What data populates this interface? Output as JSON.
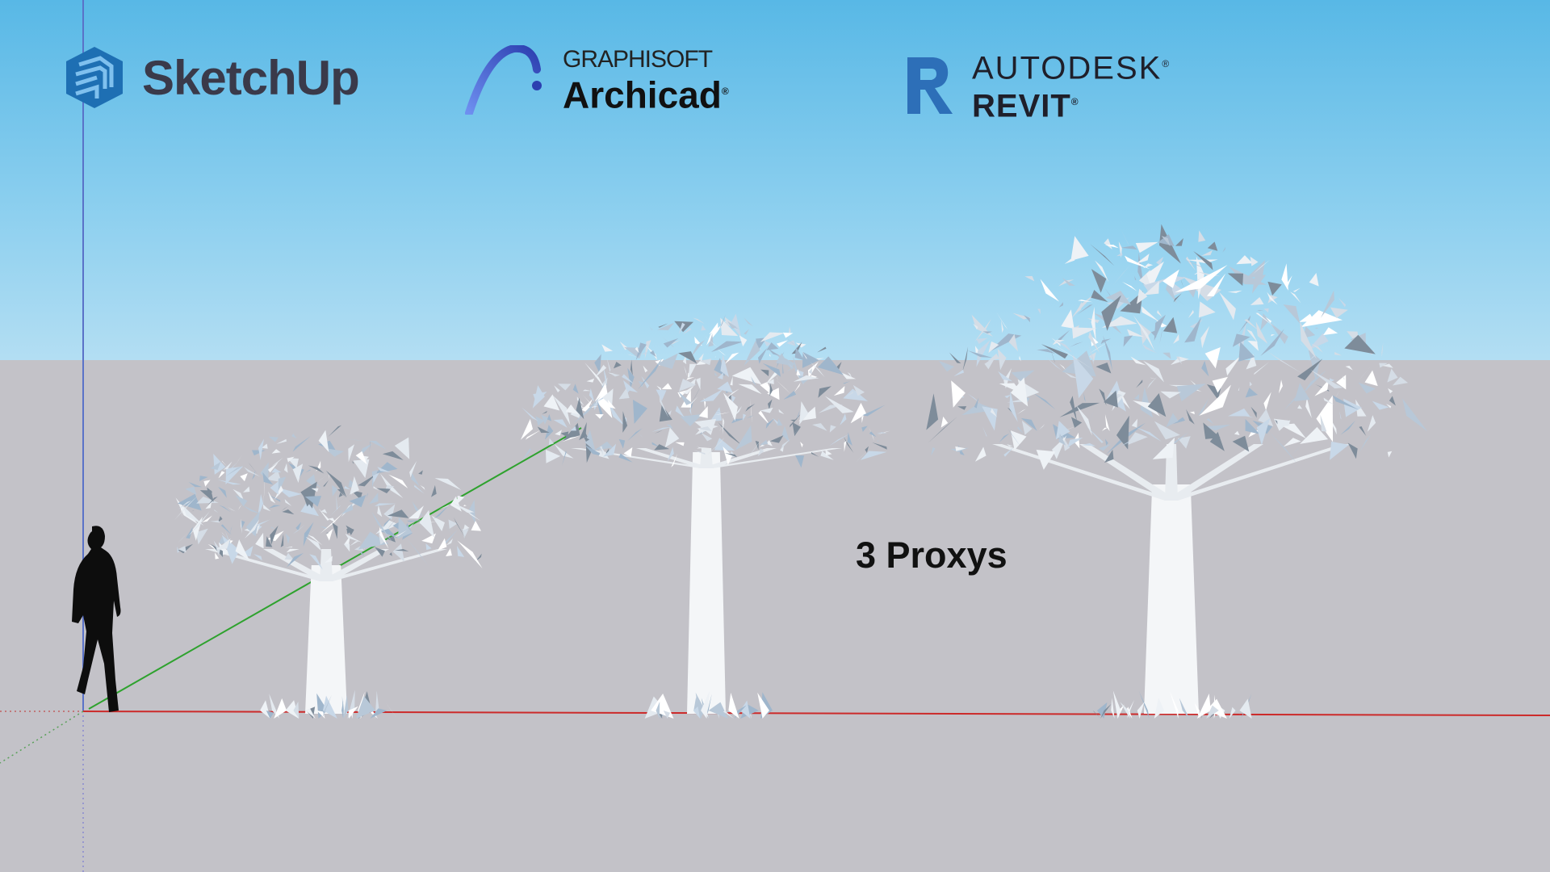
{
  "logos": {
    "sketchup": {
      "name": "SketchUp",
      "color": "#1e6fb3"
    },
    "archicad": {
      "brand": "GRAPHISOFT",
      "name": "Archicad",
      "mark": "®",
      "color": "#3a5bd0"
    },
    "revit": {
      "brand": "AUTODESK",
      "name": "REVIT",
      "mark": "®",
      "color": "#2d6fb8"
    }
  },
  "scene": {
    "label": "3 Proxys",
    "sky_color": "#6cc3ea",
    "ground_color": "#c3c2c8",
    "axes": {
      "red": "#d02020",
      "green": "#20a020",
      "blue": "#4a6ad0"
    },
    "trees": 3
  }
}
